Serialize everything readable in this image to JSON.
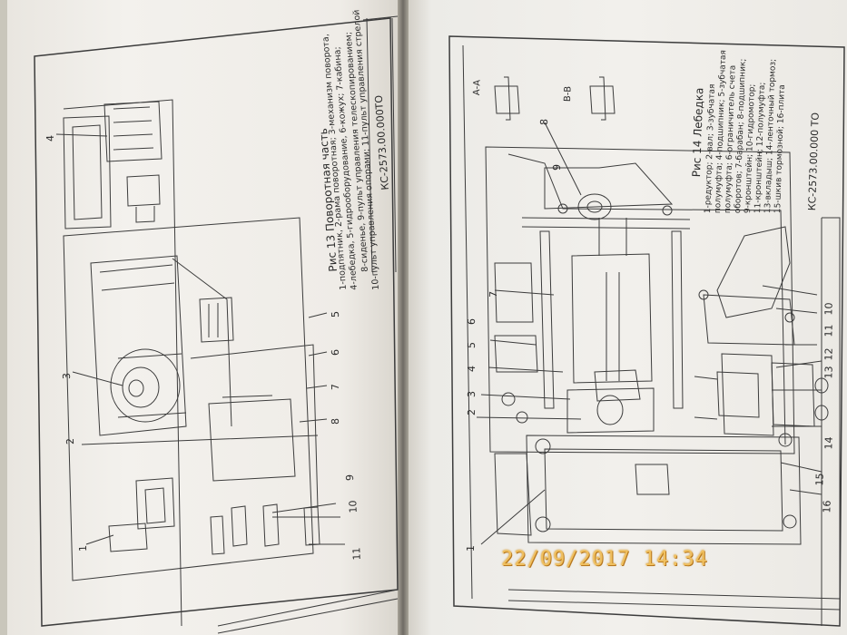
{
  "left_page": {
    "title": "Рис 13  Поворотная  часть",
    "caption_lines": [
      "1-подпятник, 2-рама поворотная; 3-механизм поворота,",
      "4-лебедка, 5-гидрооборудование, 6-кожух; 7-кабина;",
      "8-сиденье, 9-пульт управления телескопированием;",
      "10-пульт управления опорами; 11-пульт управления стрелой"
    ],
    "side_code": "КС-2573.00.000ТО",
    "callouts": [
      "1",
      "2",
      "3",
      "4",
      "5",
      "6",
      "7",
      "8",
      "9",
      "10",
      "11"
    ]
  },
  "right_page": {
    "title": "Рис 14 Лебедка",
    "caption_lines": [
      "1-редуктор; 2-вал; 3-зубчатая",
      "полумуфта; 4-подшипник; 5-зубчатая",
      "полумуфта; 6-ограничитель счета",
      "оборотов; 7-барабан; 8-подшипник;",
      "9-кронштейн; 10-гидромотор;",
      "11-кронштейн; 12-полумуфта;",
      "13-вкладыш; 14-ленточный тормоз;",
      "15-шкив тормозной; 16-плита"
    ],
    "side_code": "КС-2573.00.000 ТО",
    "sections": [
      "А-А",
      "В-В"
    ],
    "callouts": [
      "1",
      "2",
      "3",
      "4",
      "5",
      "6",
      "7",
      "8",
      "9",
      "10",
      "11",
      "12",
      "13",
      "14",
      "15",
      "16"
    ]
  },
  "timestamp": "22/09/2017  14:34"
}
